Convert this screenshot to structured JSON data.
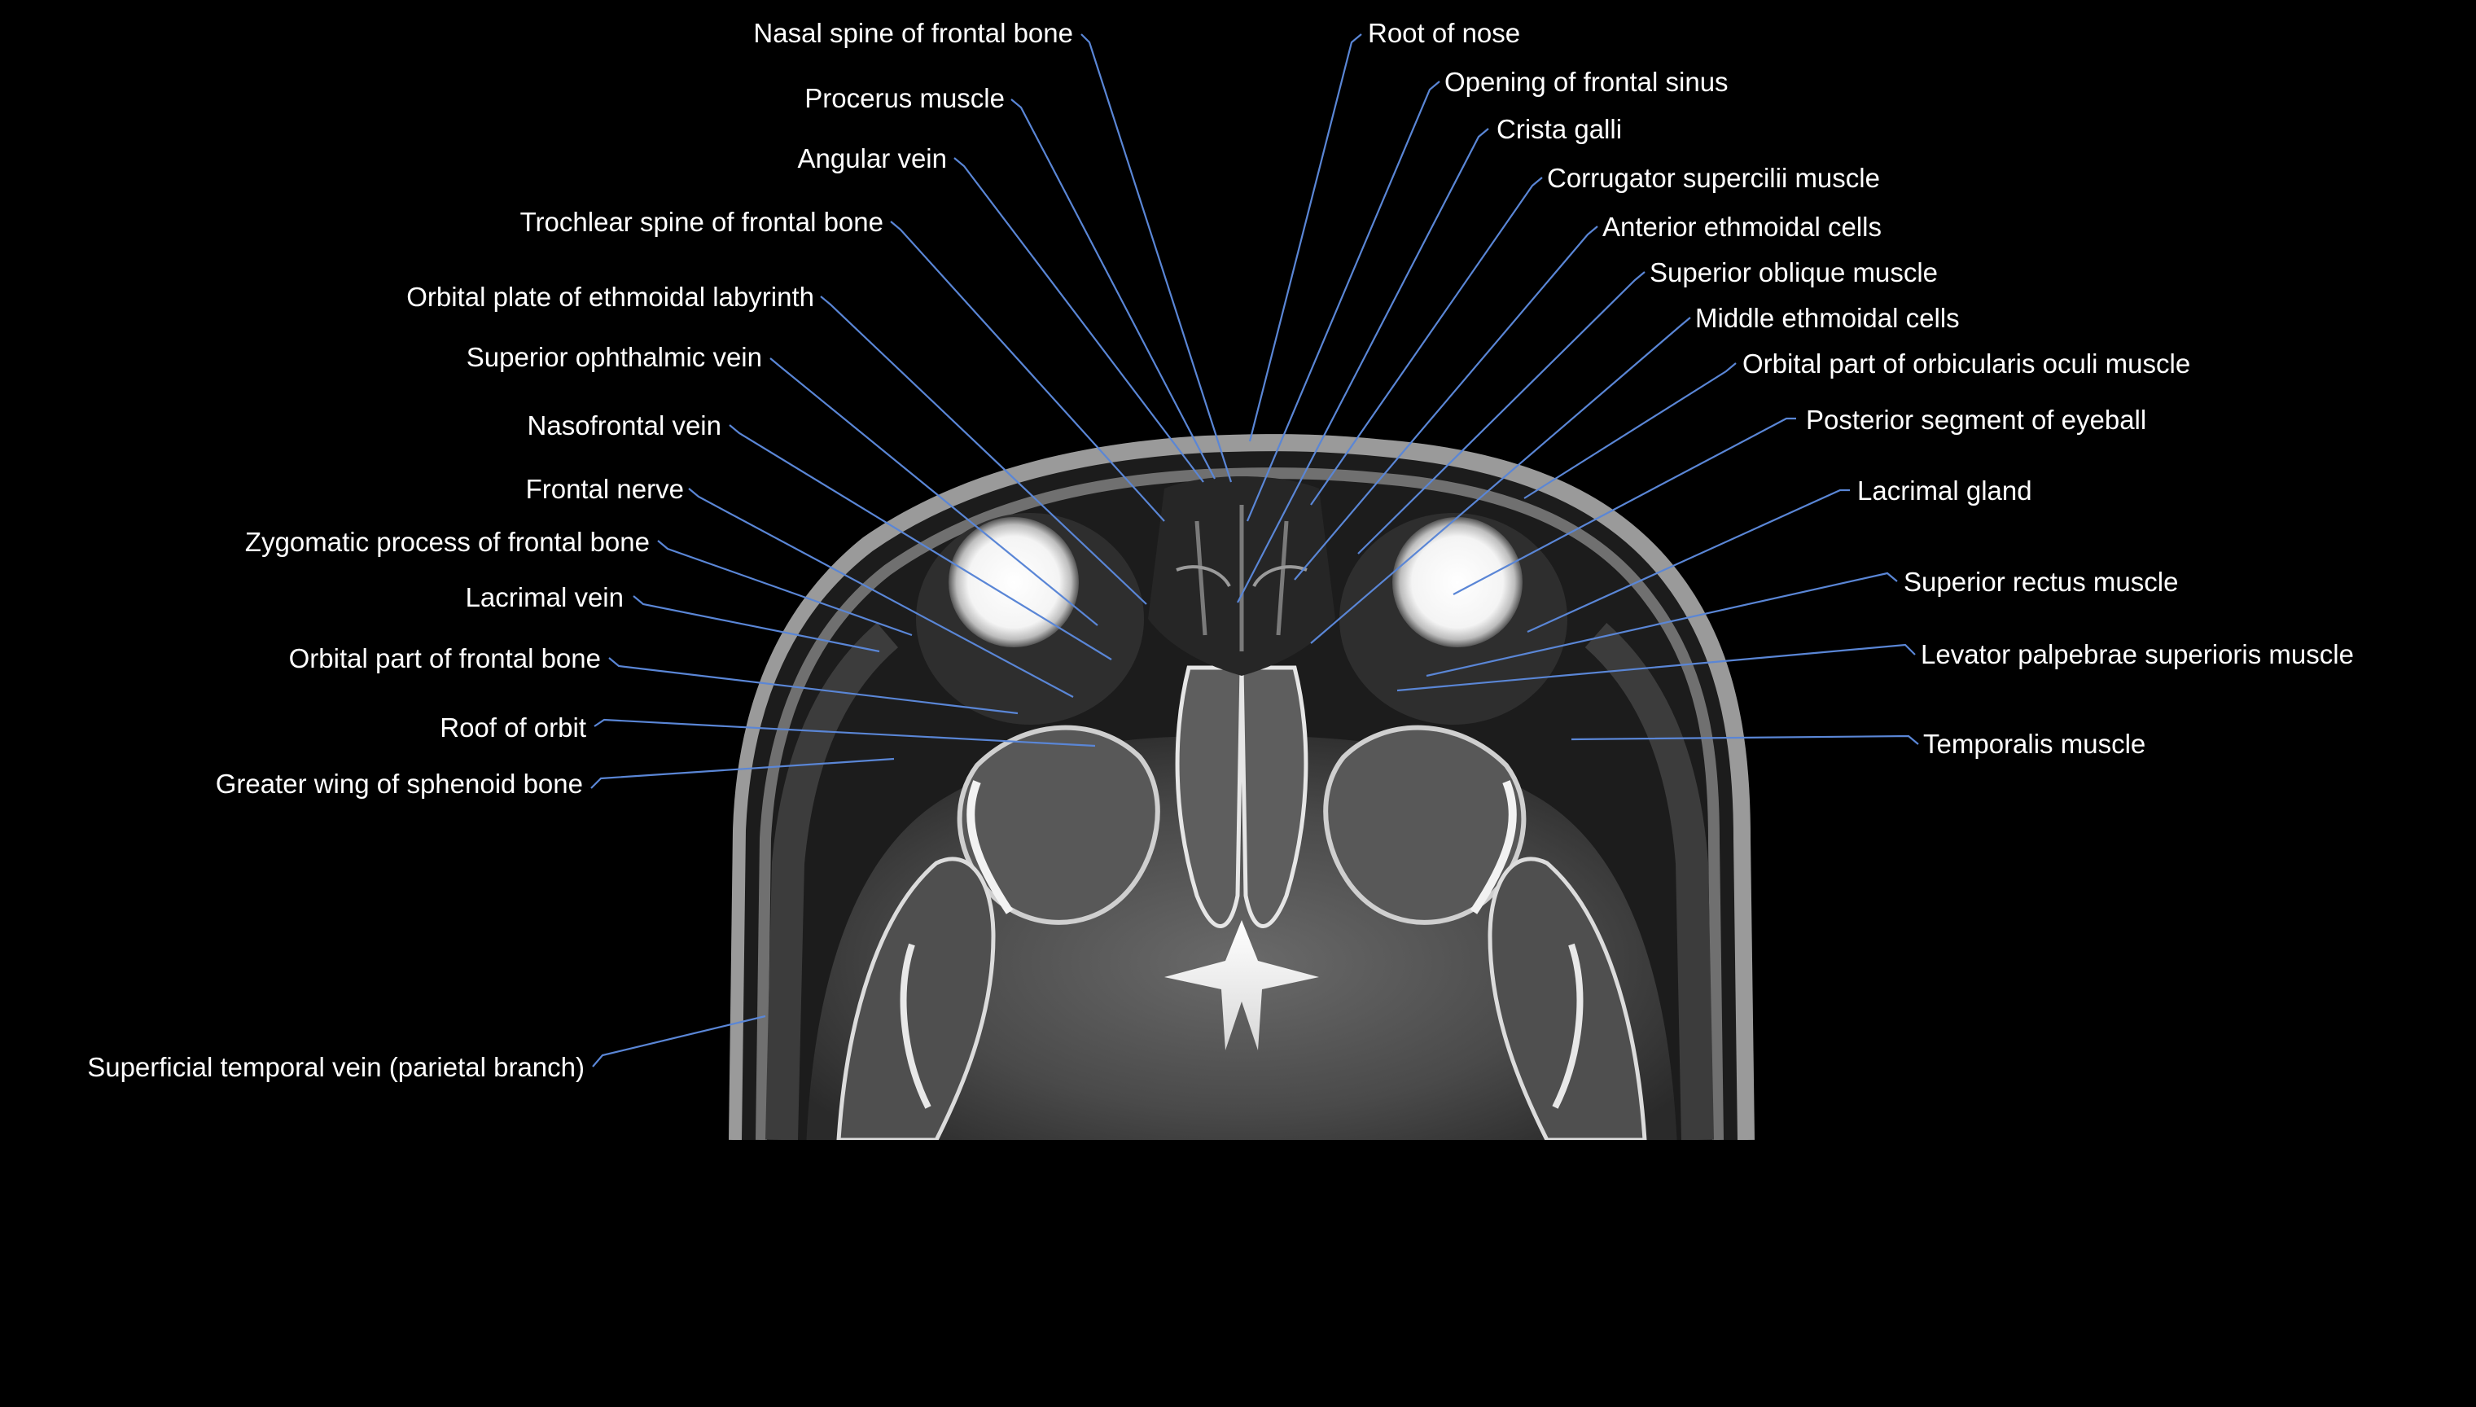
{
  "colors": {
    "background": "#000000",
    "label_text": "#ffffff",
    "leader_line": "#5a86d6"
  },
  "image": {
    "kind": "axial T2-weighted MRI slice at orbit level",
    "scan-icon": "mri-scan-icon"
  },
  "labels": {
    "left": [
      "Nasal spine of frontal bone",
      "Procerus muscle",
      "Angular vein",
      "Trochlear spine of frontal bone",
      "Orbital plate of ethmoidal labyrinth",
      "Superior ophthalmic vein",
      "Nasofrontal vein",
      "Frontal nerve",
      "Zygomatic process of frontal bone",
      "Lacrimal vein",
      "Orbital part of frontal bone",
      "Roof of orbit",
      "Greater wing of sphenoid bone",
      "Superficial temporal vein (parietal branch)"
    ],
    "right": [
      "Root of nose",
      "Opening of frontal sinus",
      "Crista galli",
      "Corrugator supercilii muscle",
      "Anterior ethmoidal cells",
      "Superior oblique muscle",
      "Middle ethmoidal cells",
      "Orbital part of orbicularis oculi muscle",
      "Posterior segment of eyeball",
      "Lacrimal gland",
      "Superior rectus muscle",
      "Levator palpebrae superioris muscle",
      "Temporalis muscle"
    ]
  }
}
